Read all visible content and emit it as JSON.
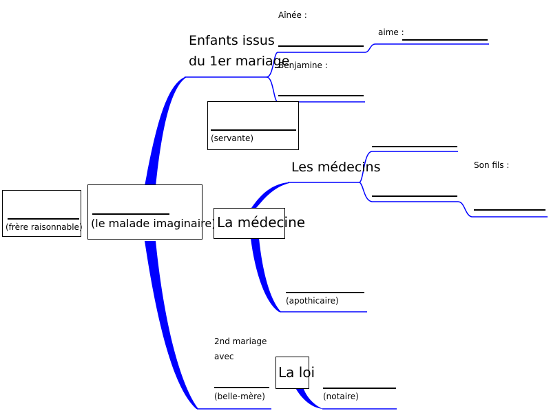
{
  "colors": {
    "branch": "#0000ff",
    "line": "#000000",
    "background": "#ffffff"
  },
  "nodes": {
    "frere": {
      "caption": "(frère raisonnable)"
    },
    "malade": {
      "caption": "(le malade imaginaire)"
    },
    "enfants": {
      "title_line1": "Enfants issus",
      "title_line2": "du 1er mariage"
    },
    "ainee": {
      "label": "Aînée :"
    },
    "aime": {
      "label": "aime :"
    },
    "benjamine": {
      "label": "Benjamine :"
    },
    "servante": {
      "caption": "(servante)"
    },
    "medecine": {
      "title": "La médecine"
    },
    "medecins": {
      "title": "Les médecins"
    },
    "son_fils": {
      "label": "Son fils :"
    },
    "apothicaire": {
      "caption": "(apothicaire)"
    },
    "mariage": {
      "line1": "2nd mariage",
      "line2": "avec"
    },
    "belle_mere": {
      "caption": "(belle-mère)"
    },
    "loi": {
      "title": "La loi"
    },
    "notaire": {
      "caption": "(notaire)"
    }
  }
}
